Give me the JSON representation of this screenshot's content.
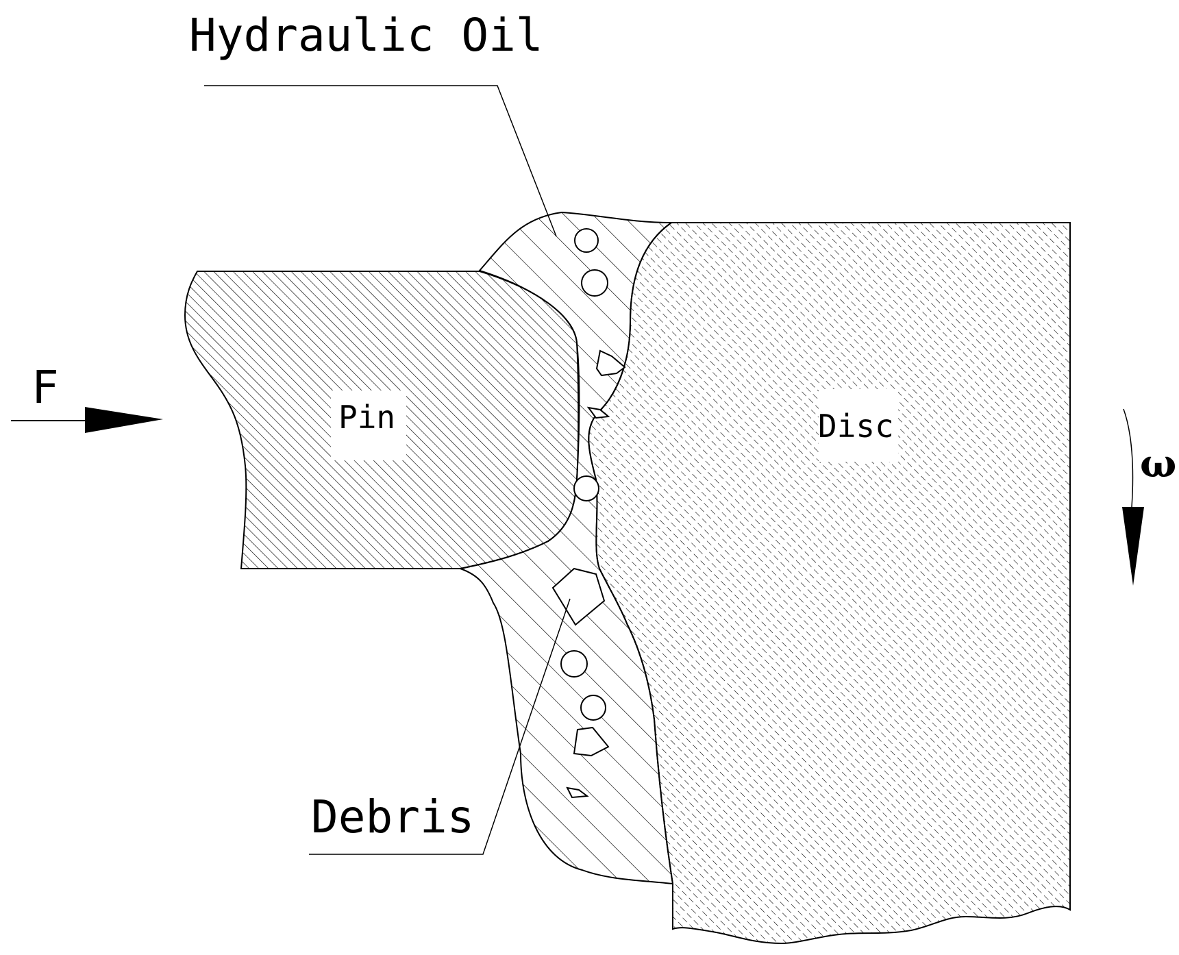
{
  "labels": {
    "hydraulic_oil": "Hydraulic Oil",
    "debris": "Debris",
    "pin": "Pin",
    "disc": "Disc",
    "force": "F",
    "omega": "ω"
  },
  "colors": {
    "stroke": "#000000",
    "background": "#ffffff"
  }
}
